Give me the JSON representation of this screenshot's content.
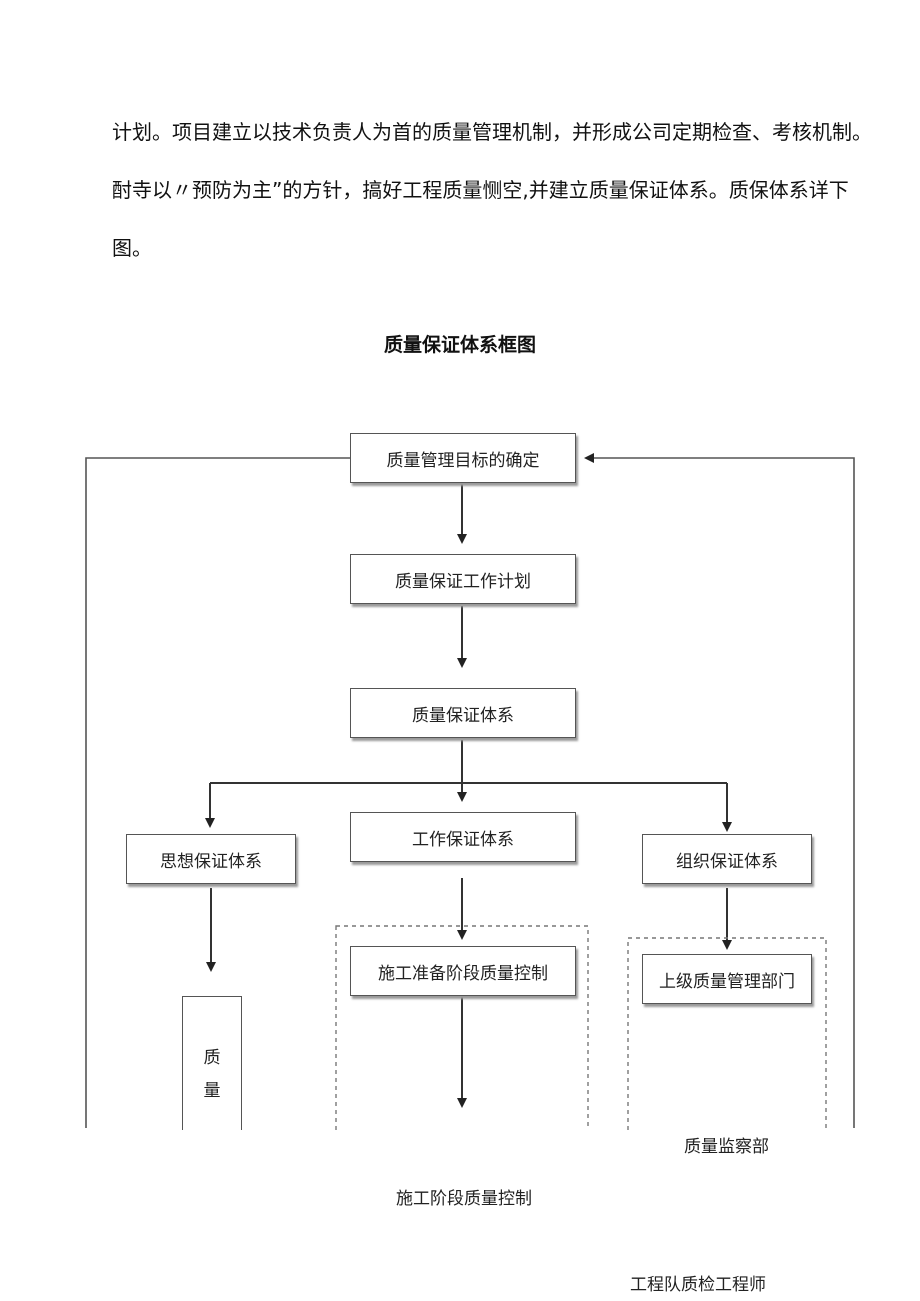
{
  "paragraph": {
    "line1": "计划。项目建立以技术负责人为首的质量管理机制，并形成公司定期检查、考核机制。",
    "line2": "酎寺以〃预防为主”的方针，搞好工程质量恻空,并建立质量保证体系。质保体系详下",
    "line3": "图。"
  },
  "figure": {
    "title": "质量保证体系框图",
    "nodes": {
      "goal": "质量管理目标的确定",
      "plan": "质量保证工作计划",
      "system": "质量保证体系",
      "ideology": "思想保证体系",
      "work": "工作保证体系",
      "organization": "组织保证体系",
      "prep_control": "施工准备阶段质量控制",
      "upper_dept": "上级质量管理部门",
      "quality_char1": "质",
      "quality_char2": "量"
    },
    "overflow_labels": {
      "supervision": "质量监察部",
      "construction_control": "施工阶段质量控制",
      "team_engineer": "工程队质检工程师"
    }
  }
}
